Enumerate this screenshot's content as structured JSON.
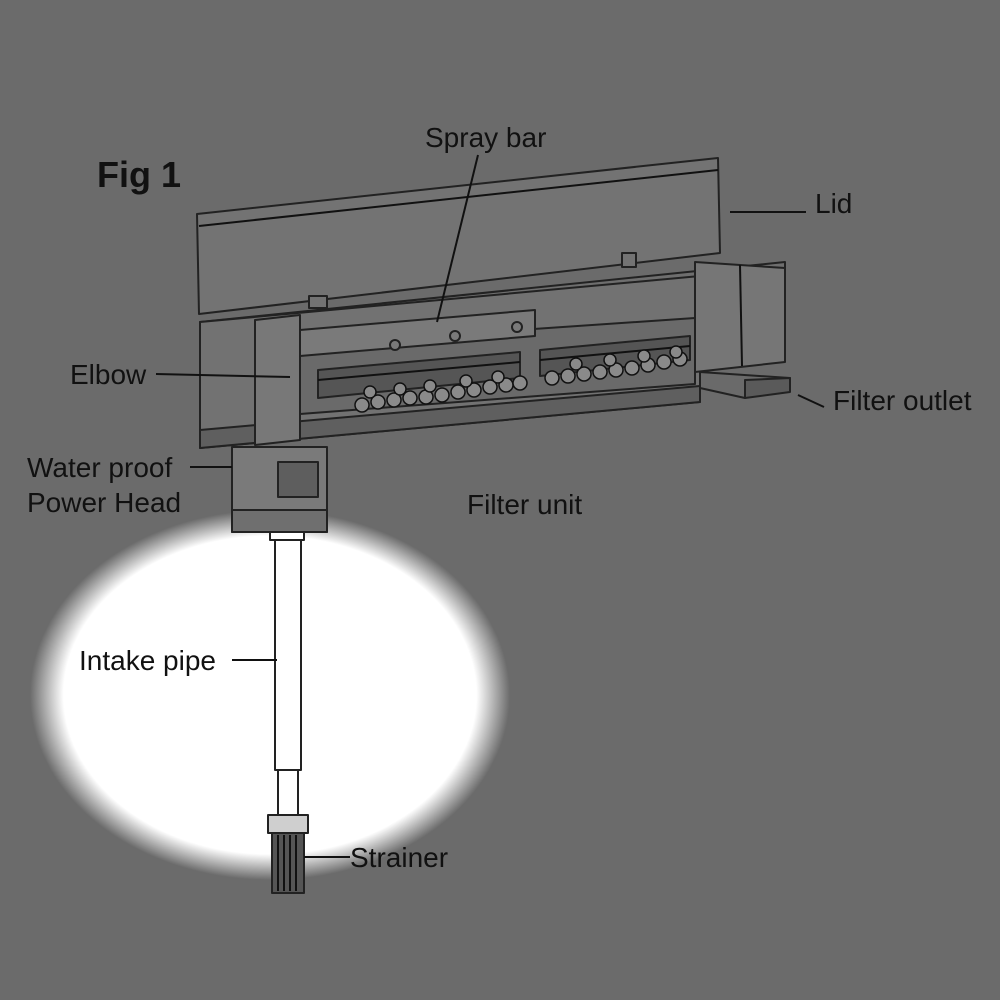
{
  "figure": {
    "title": "Fig 1",
    "labels": {
      "spray_bar": "Spray bar",
      "lid": "Lid",
      "elbow": "Elbow",
      "filter_outlet": "Filter outlet",
      "power_head_line1": "Water proof",
      "power_head_line2": "Power Head",
      "filter_unit": "Filter unit",
      "intake_pipe": "Intake pipe",
      "strainer": "Strainer"
    }
  },
  "colors": {
    "background": "#6b6b6b",
    "spotlight": "#ffffff",
    "part_fill": "#707070",
    "line": "#111111"
  }
}
